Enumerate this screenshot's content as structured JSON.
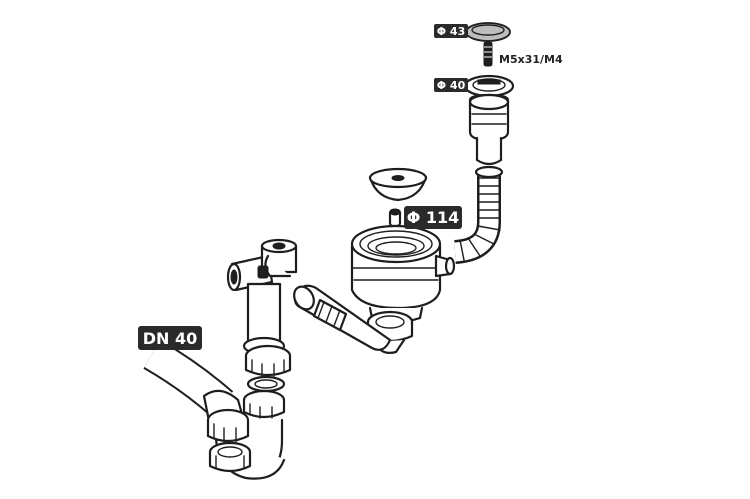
{
  "labels": {
    "phi43": "Φ 43",
    "screw": "M5x31/M4",
    "phi40": "Φ 40",
    "phi114": "Φ 114",
    "dn40": "DN 40"
  },
  "colors": {
    "line": "#1e1e1e",
    "label_bg": "#2a2a2a",
    "label_text": "#ffffff",
    "background": "#ffffff"
  }
}
